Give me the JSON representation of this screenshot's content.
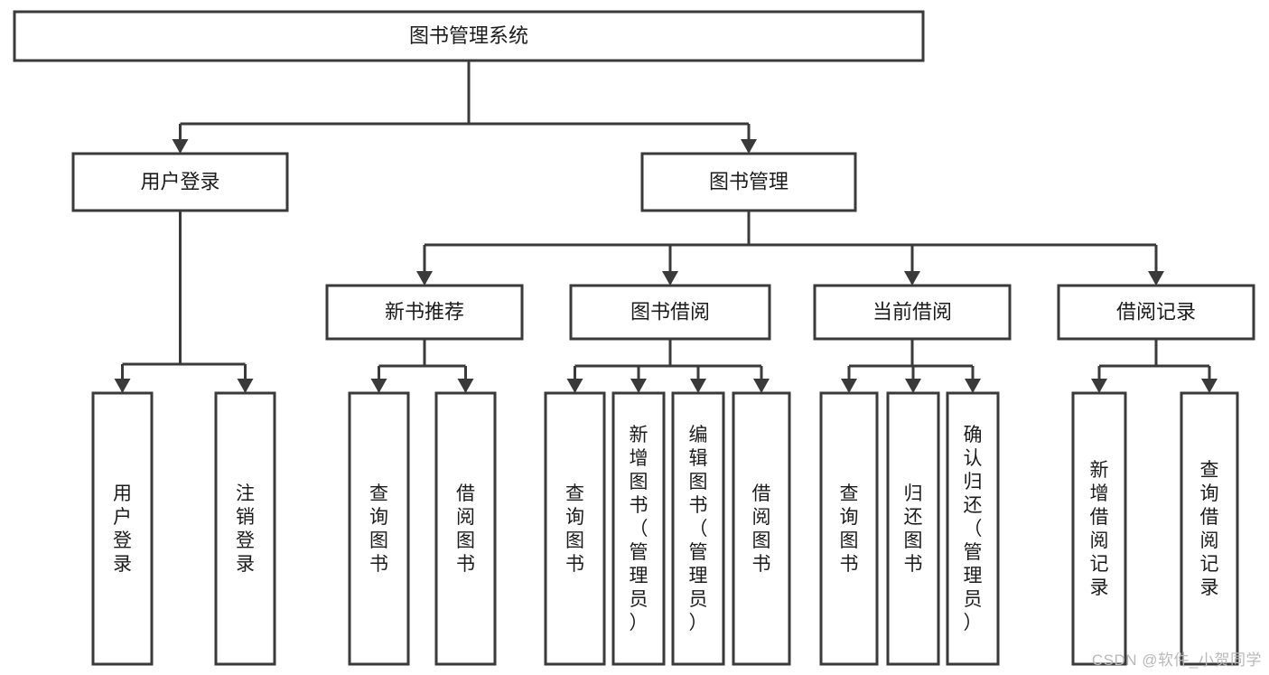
{
  "diagram": {
    "type": "tree-hierarchy",
    "title": "图书管理系统",
    "background_color": "#ffffff",
    "line_color": "#3a3a3a",
    "text_color": "#1b1b1b",
    "root": {
      "id": "root",
      "label": "图书管理系统",
      "orientation": "horizontal"
    },
    "level2": [
      {
        "id": "user-login",
        "label": "用户登录",
        "orientation": "horizontal"
      },
      {
        "id": "book-management",
        "label": "图书管理",
        "orientation": "horizontal"
      }
    ],
    "level3": [
      {
        "id": "new-book-recommend",
        "label": "新书推荐",
        "orientation": "horizontal",
        "parent": "book-management"
      },
      {
        "id": "book-borrow",
        "label": "图书借阅",
        "orientation": "horizontal",
        "parent": "book-management"
      },
      {
        "id": "current-borrow",
        "label": "当前借阅",
        "orientation": "horizontal",
        "parent": "book-management"
      },
      {
        "id": "borrow-record",
        "label": "借阅记录",
        "orientation": "horizontal",
        "parent": "book-management"
      }
    ],
    "leaves": {
      "user_login": [
        {
          "id": "leaf-user-login",
          "label": "用户登录",
          "orientation": "vertical"
        },
        {
          "id": "leaf-logout",
          "label": "注销登录",
          "orientation": "vertical"
        }
      ],
      "new_book_recommend": [
        {
          "id": "leaf-query-book-1",
          "label": "查询图书",
          "orientation": "vertical"
        },
        {
          "id": "leaf-borrow-book-1",
          "label": "借阅图书",
          "orientation": "vertical"
        }
      ],
      "book_borrow": [
        {
          "id": "leaf-query-book-2",
          "label": "查询图书",
          "orientation": "vertical"
        },
        {
          "id": "leaf-add-book",
          "label": "新增图书（管理员）",
          "orientation": "vertical"
        },
        {
          "id": "leaf-edit-book",
          "label": "编辑图书（管理员）",
          "orientation": "vertical"
        },
        {
          "id": "leaf-borrow-book-2",
          "label": "借阅图书",
          "orientation": "vertical"
        }
      ],
      "current_borrow": [
        {
          "id": "leaf-query-book-3",
          "label": "查询图书",
          "orientation": "vertical"
        },
        {
          "id": "leaf-return-book",
          "label": "归还图书",
          "orientation": "vertical"
        },
        {
          "id": "leaf-confirm-return",
          "label": "确认归还（管理员）",
          "orientation": "vertical"
        }
      ],
      "borrow_record": [
        {
          "id": "leaf-add-record",
          "label": "新增借阅记录",
          "orientation": "vertical"
        },
        {
          "id": "leaf-query-record",
          "label": "查询借阅记录",
          "orientation": "vertical"
        }
      ]
    }
  },
  "watermark": {
    "label": "CSDN @软件_小贺同学"
  }
}
